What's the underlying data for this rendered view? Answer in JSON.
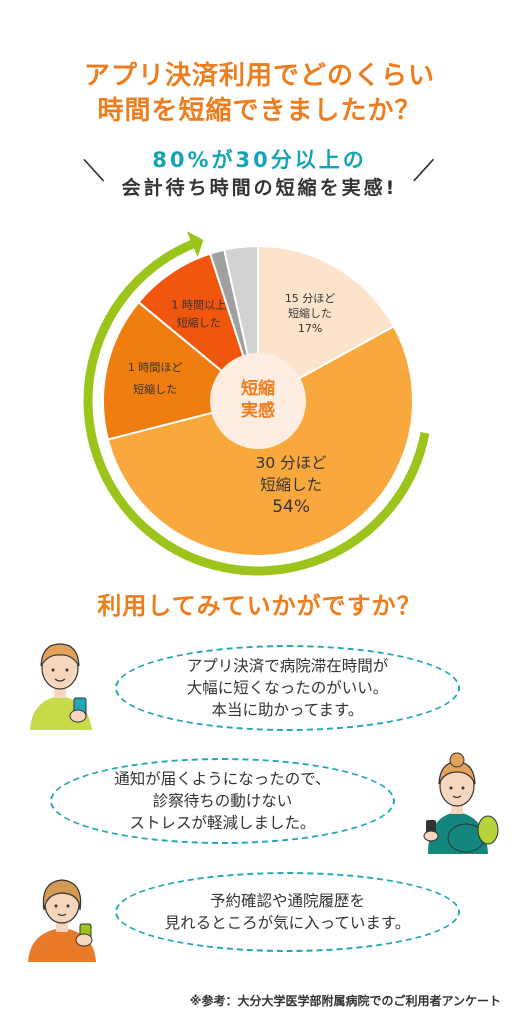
{
  "header": {
    "title_line1": "アプリ決済利用でどのくらい",
    "title_line2": "時間を短縮できましたか？",
    "highlight_line1": "80%が30分以上の",
    "highlight_line2": "会計待ち時間の短縮を実感!"
  },
  "chart_data": {
    "type": "pie",
    "center_label_line1": "短縮",
    "center_label_line2": "実感",
    "slices": [
      {
        "label_lines": [
          "15 分ほど",
          "短縮した",
          "17%"
        ],
        "value": 17,
        "color": "#fde3cc"
      },
      {
        "label_lines": [
          "30 分ほど",
          "短縮した",
          "54%"
        ],
        "value": 54,
        "color": "#f8a83c"
      },
      {
        "label_lines": [
          "1 時間ほど",
          "短縮した"
        ],
        "value": 15,
        "color": "#f07d0f"
      },
      {
        "label_lines": [
          "1 時間以上",
          "短縮した"
        ],
        "value": 9,
        "color": "#f0560e"
      },
      {
        "label_lines": [],
        "value": 1.5,
        "color": "#a0a0a0"
      },
      {
        "label_lines": [],
        "value": 3.5,
        "color": "#d2d2d2"
      }
    ]
  },
  "colors": {
    "accent_orange": "#ee7d1e",
    "accent_teal": "#17a3b6",
    "arrow_green": "#9cc41a"
  },
  "survey": {
    "title": "利用してみていかがですか？",
    "comments": [
      {
        "lines": [
          "アプリ決済で病院滞在時間が",
          "大幅に短くなったのがいい。",
          "本当に助かってます。"
        ]
      },
      {
        "lines": [
          "通知が届くようになったので、",
          "診察待ちの動けない",
          "ストレスが軽減しました。"
        ]
      },
      {
        "lines": [
          "予約確認や通院履歴を",
          "見れるところが気に入っています。"
        ]
      }
    ]
  },
  "footnote": "※参考：大分大学医学部附属病院でのご利用者アンケート"
}
